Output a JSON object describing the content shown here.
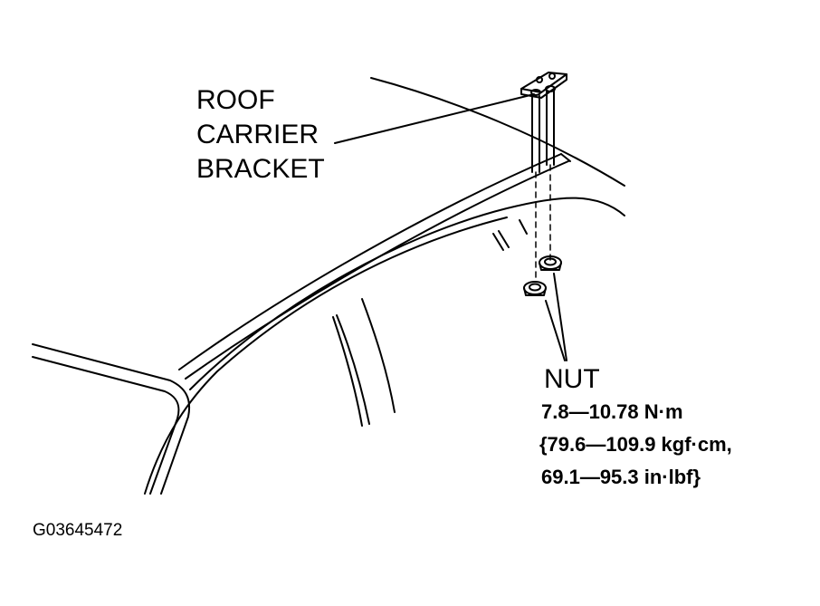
{
  "part_labels": {
    "bracket": [
      "ROOF",
      "CARRIER",
      "BRACKET"
    ],
    "nut": "NUT"
  },
  "torque_spec": {
    "line1": "7.8—10.78 N·m",
    "line2": "{79.6—109.9 kgf·cm,",
    "line3": "69.1—95.3 in·lbf}"
  },
  "figure_code": "G03645472",
  "colors": {
    "ink": "#000000",
    "background": "#ffffff"
  }
}
